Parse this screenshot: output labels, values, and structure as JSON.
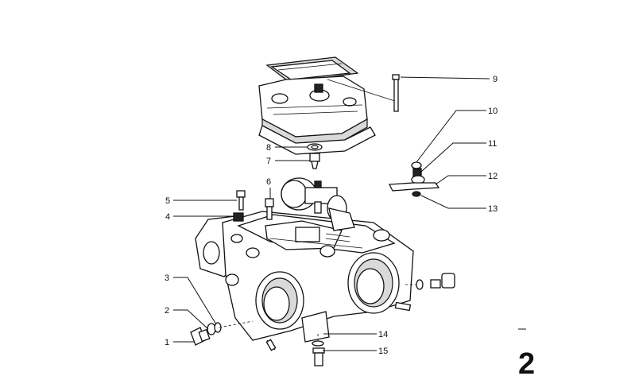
{
  "diagram": {
    "callouts": [
      {
        "id": "c1",
        "label": "1"
      },
      {
        "id": "c2",
        "label": "2"
      },
      {
        "id": "c3",
        "label": "3"
      },
      {
        "id": "c4",
        "label": "4"
      },
      {
        "id": "c5",
        "label": "5"
      },
      {
        "id": "c6",
        "label": "6"
      },
      {
        "id": "c7",
        "label": "7"
      },
      {
        "id": "c8",
        "label": "8"
      },
      {
        "id": "c9",
        "label": "9"
      },
      {
        "id": "c10",
        "label": "10"
      },
      {
        "id": "c11",
        "label": "11"
      },
      {
        "id": "c12",
        "label": "12"
      },
      {
        "id": "c13",
        "label": "13"
      },
      {
        "id": "c14",
        "label": "14"
      },
      {
        "id": "c15",
        "label": "15"
      }
    ],
    "corner_mark": "2"
  },
  "colors": {
    "ink": "#111111",
    "background": "#ffffff"
  }
}
